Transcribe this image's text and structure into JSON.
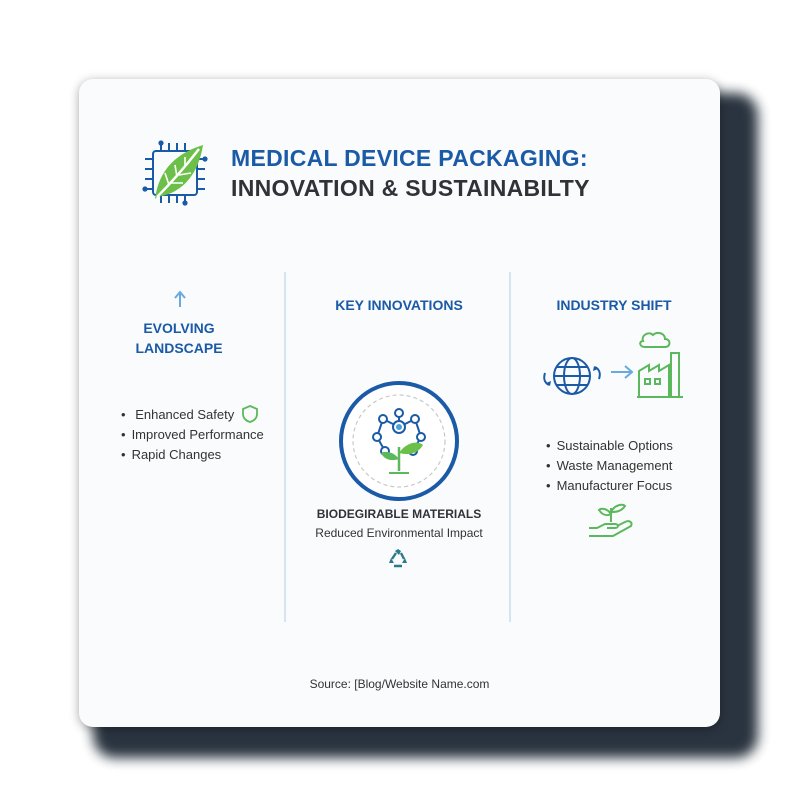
{
  "title": {
    "line1": "MEDICAL DEVICE PACKAGING:",
    "line2": "INNOVATION & SUSTAINABILTY"
  },
  "columns": [
    {
      "heading": "EVOLVING LANDSCAPE",
      "heading_line1": "EVOLVING",
      "heading_line2": "LANDSCAPE",
      "items": [
        "Enhanced Safety",
        "Improved Performance",
        "Rapid Changes"
      ],
      "icons": [
        "arrow-up-icon",
        "shield-icon"
      ]
    },
    {
      "heading": "KEY INNOVATIONS",
      "feature_title": "BIODEGIRABLE MATERIALS",
      "feature_subtitle": "Reduced Environmental Impact",
      "icons": [
        "molecule-plant-icon",
        "recycle-icon"
      ]
    },
    {
      "heading": "INDUSTRY SHIFT",
      "items": [
        "Sustainable Options",
        "Waste Management",
        "Manufacturer Focus"
      ],
      "icons": [
        "globe-icon",
        "factory-icon",
        "hand-plant-icon"
      ]
    }
  ],
  "source": "Source: [Blog/Website Name.com",
  "colors": {
    "primary_blue": "#1a5aa6",
    "green": "#5cb85c",
    "dark_text": "#2f3338",
    "recycle": "#2a7a8a"
  }
}
